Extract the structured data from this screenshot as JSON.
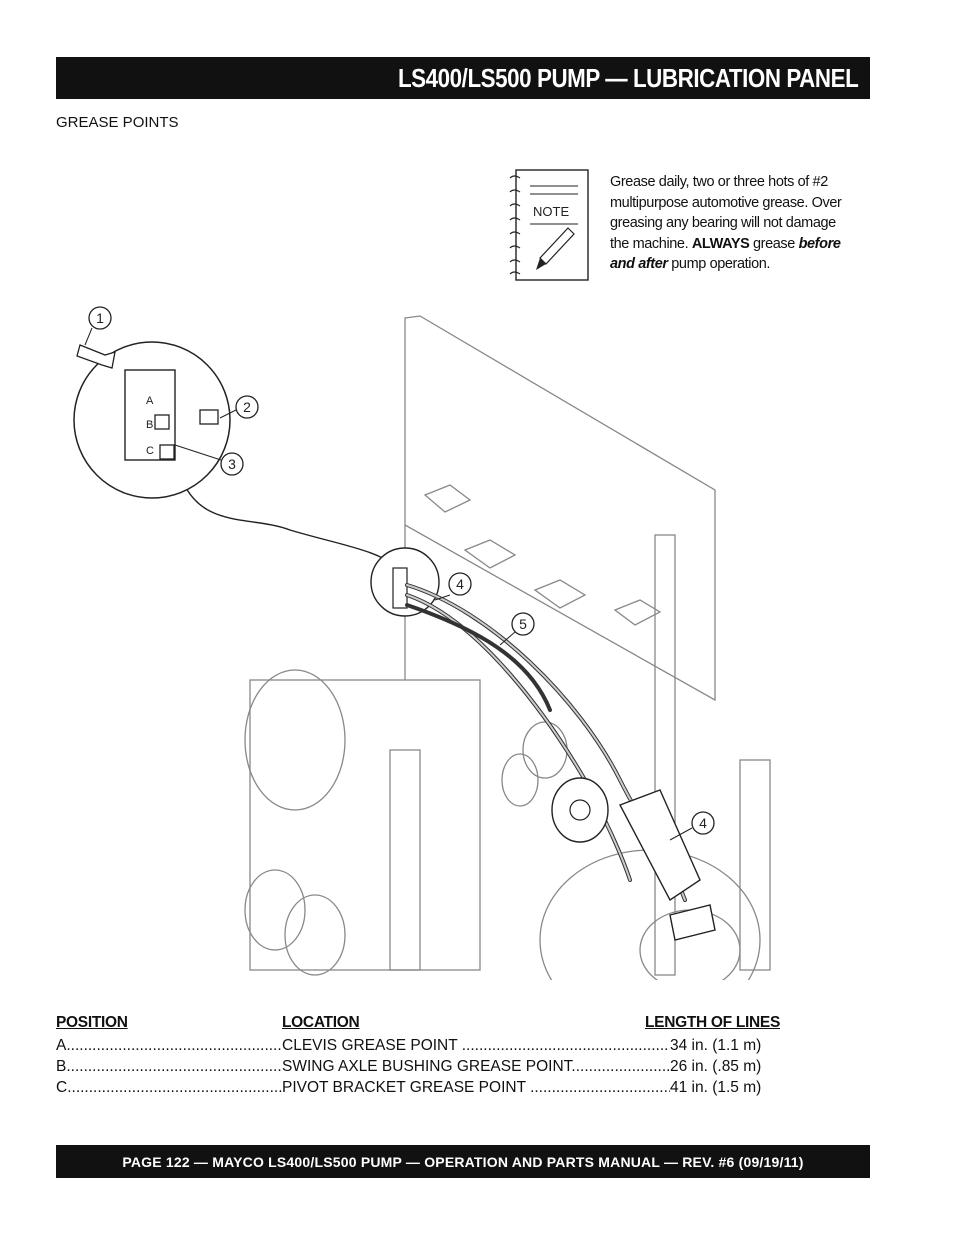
{
  "header": {
    "title": "LS400/LS500 PUMP — LUBRICATION PANEL"
  },
  "section_label": "GREASE POINTS",
  "note": {
    "icon_label": "NOTE",
    "line1": "Grease daily, two or three hots of #2",
    "line2": "multipurpose automotive grease. Over",
    "line3": "greasing any bearing will not damage",
    "line4_a": "the machine. ",
    "line4_b": "ALWAYS",
    "line4_c": " grease ",
    "line4_d": "before",
    "line5_a": "and after",
    "line5_b": " pump operation."
  },
  "diagram": {
    "callouts": [
      "1",
      "2",
      "3",
      "4",
      "5",
      "4"
    ],
    "port_labels": [
      "A",
      "B",
      "C"
    ]
  },
  "table": {
    "headers": {
      "position": "POSITION",
      "location": "LOCATION",
      "length": "LENGTH OF LINES"
    },
    "rows": [
      {
        "position": "A",
        "location": "CLEVIS GREASE POINT",
        "length": "34 in. (1.1 m)"
      },
      {
        "position": "B",
        "location": "SWING AXLE BUSHING GREASE POINT",
        "length": "26 in. (.85 m)"
      },
      {
        "position": "C",
        "location": "PIVOT BRACKET GREASE POINT",
        "length": "41 in. (1.5 m)"
      }
    ]
  },
  "footer": {
    "text": "PAGE 122 — MAYCO LS400/LS500 PUMP — OPERATION AND PARTS MANUAL — REV. #6 (09/19/11)"
  }
}
